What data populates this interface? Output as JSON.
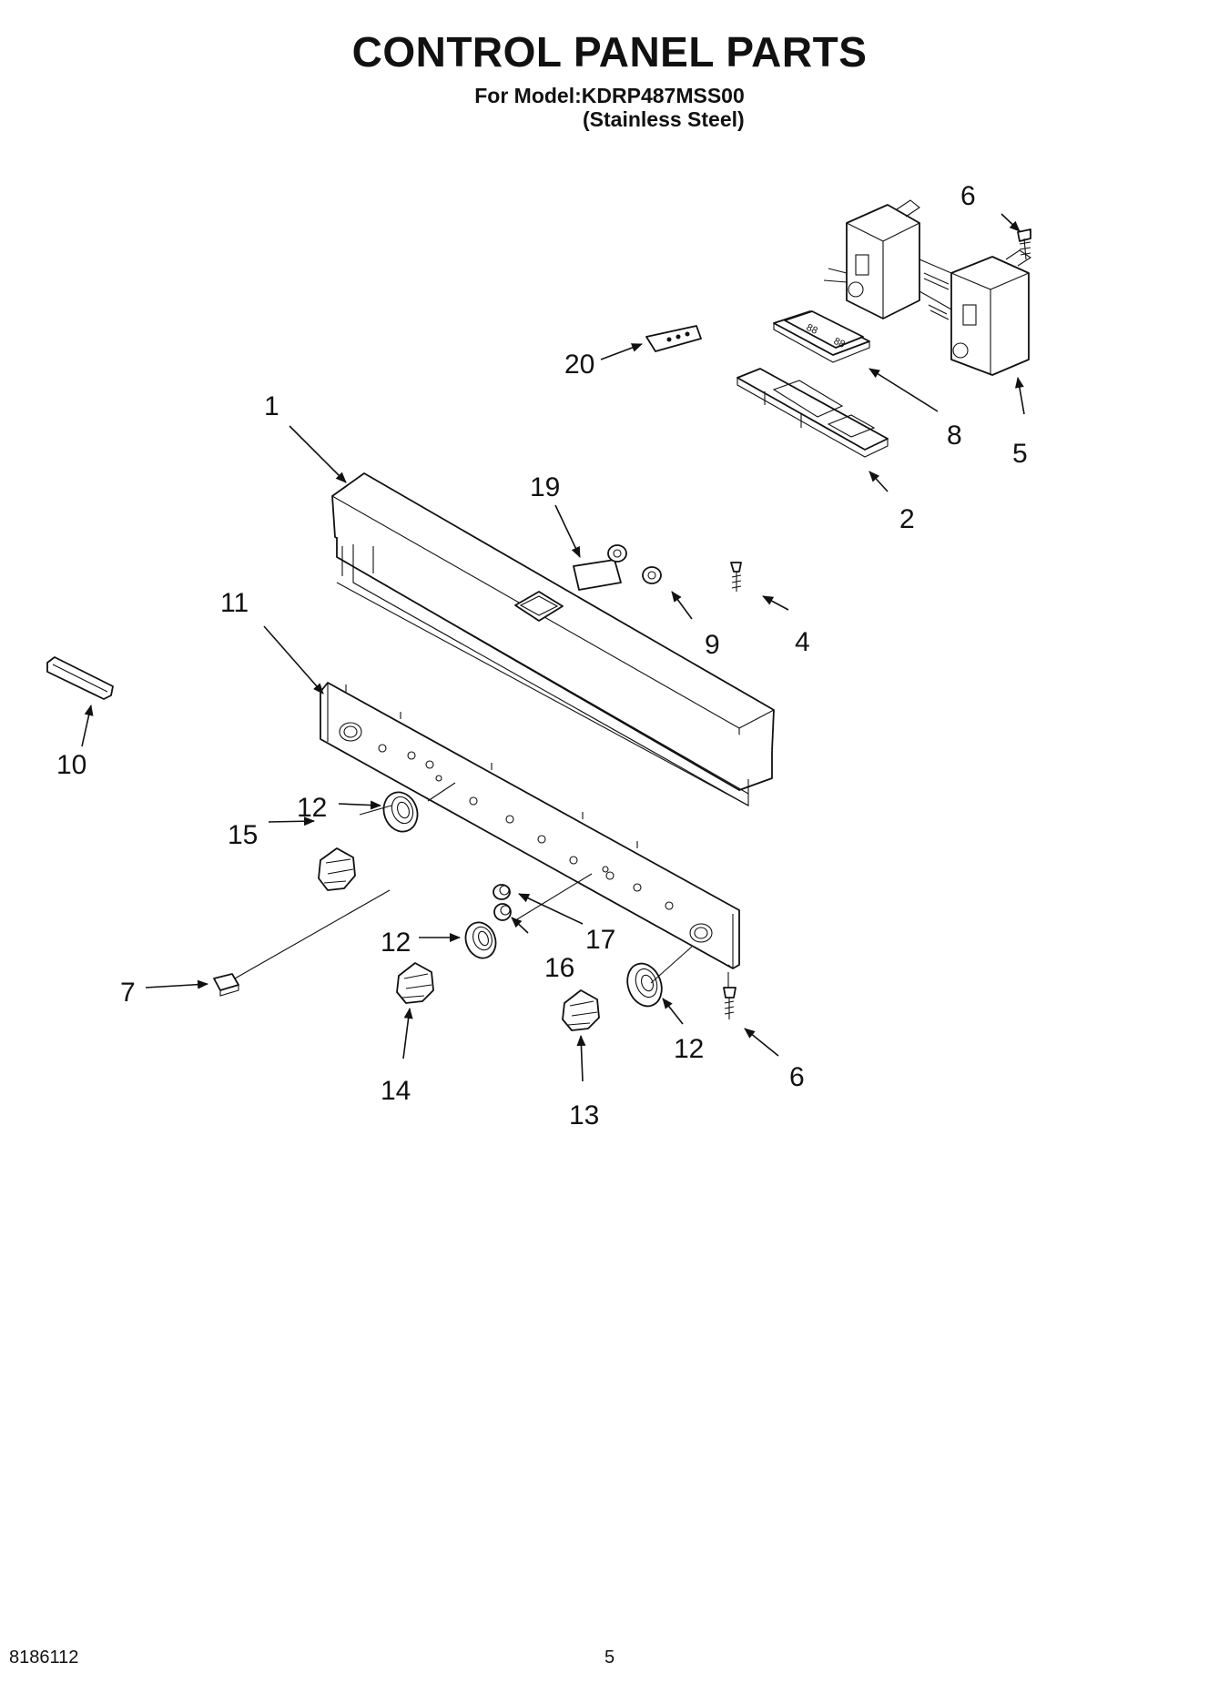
{
  "header": {
    "title": "CONTROL PANEL PARTS",
    "model_line": "For Model:KDRP487MSS00",
    "finish_line": "(Stainless Steel)"
  },
  "callouts": [
    {
      "id": "1",
      "label": "1"
    },
    {
      "id": "2",
      "label": "2"
    },
    {
      "id": "4",
      "label": "4"
    },
    {
      "id": "5",
      "label": "5"
    },
    {
      "id": "6a",
      "label": "6"
    },
    {
      "id": "6b",
      "label": "6"
    },
    {
      "id": "7",
      "label": "7"
    },
    {
      "id": "8",
      "label": "8"
    },
    {
      "id": "9",
      "label": "9"
    },
    {
      "id": "10",
      "label": "10"
    },
    {
      "id": "11",
      "label": "11"
    },
    {
      "id": "12a",
      "label": "12"
    },
    {
      "id": "12b",
      "label": "12"
    },
    {
      "id": "12c",
      "label": "12"
    },
    {
      "id": "13",
      "label": "13"
    },
    {
      "id": "14",
      "label": "14"
    },
    {
      "id": "15",
      "label": "15"
    },
    {
      "id": "16",
      "label": "16"
    },
    {
      "id": "17",
      "label": "17"
    },
    {
      "id": "19",
      "label": "19"
    },
    {
      "id": "20",
      "label": "20"
    }
  ],
  "footer": {
    "doc_number": "8186112",
    "page_number": "5"
  }
}
